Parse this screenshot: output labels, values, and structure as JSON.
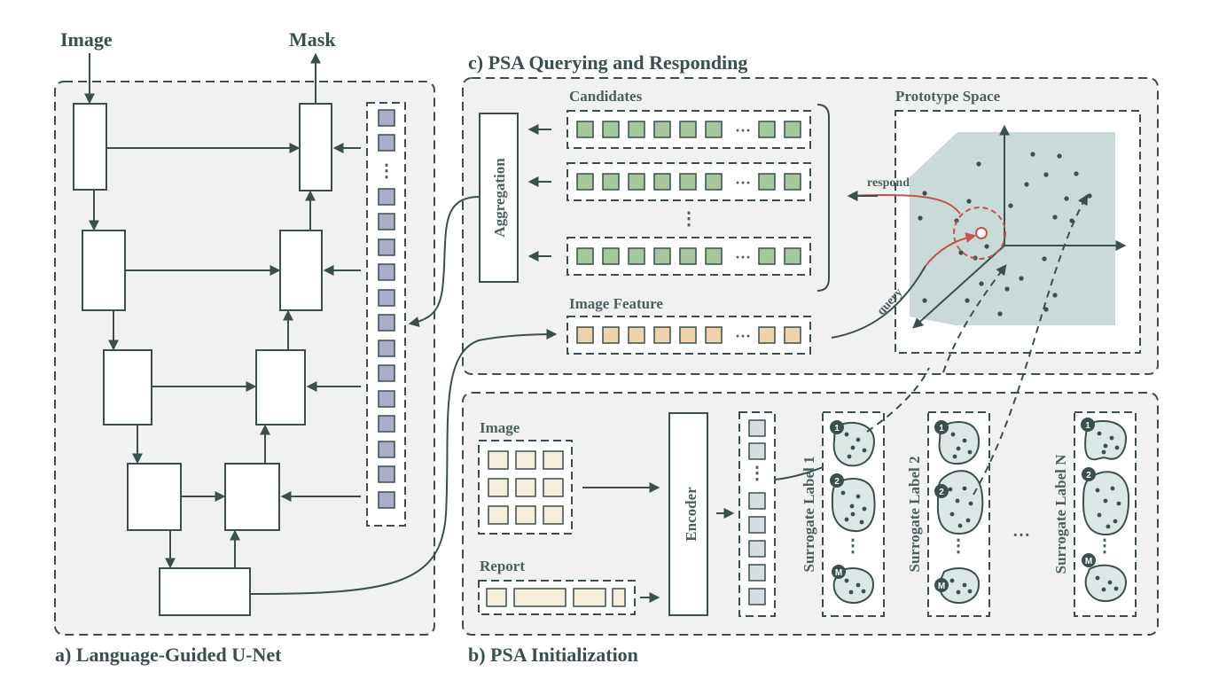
{
  "unet": {
    "input_label": "Image",
    "output_label": "Mask",
    "caption": "a) Language-Guided U-Net",
    "token_ellipsis": "⋮"
  },
  "query": {
    "title": "c) PSA Querying and Responding",
    "candidates_label": "Candidates",
    "aggregation_label": "Aggregation",
    "image_feature_label": "Image Feature",
    "prototype_space_label": "Prototype Space",
    "respond_label": "respond",
    "query_label": "query",
    "row_ellipsis": "···",
    "vertical_ellipsis": "⋮"
  },
  "init": {
    "caption": "b) PSA Initialization",
    "image_label": "Image",
    "report_label": "Report",
    "encoder_label": "Encoder",
    "surrogate_labels": [
      "Surrogate Label 1",
      "Surrogate Label 2",
      "Surrogate Label N"
    ],
    "cluster_badges": [
      "1",
      "2",
      "M"
    ],
    "between_ellipsis": "···",
    "vertical_ellipsis": "⋮"
  },
  "colors": {
    "line": "#3b4f4e",
    "panel_bg": "#f1f1f1",
    "token_blue": "#a9adc8",
    "token_green": "#a6c69e",
    "token_orange": "#f0d2aa",
    "patch_cream": "#f6eedc",
    "encoder_token": "#d7dde1",
    "blob_fill": "#dde7e6",
    "proto_plane": "#c9dad9",
    "highlight_red": "#c3544c"
  }
}
